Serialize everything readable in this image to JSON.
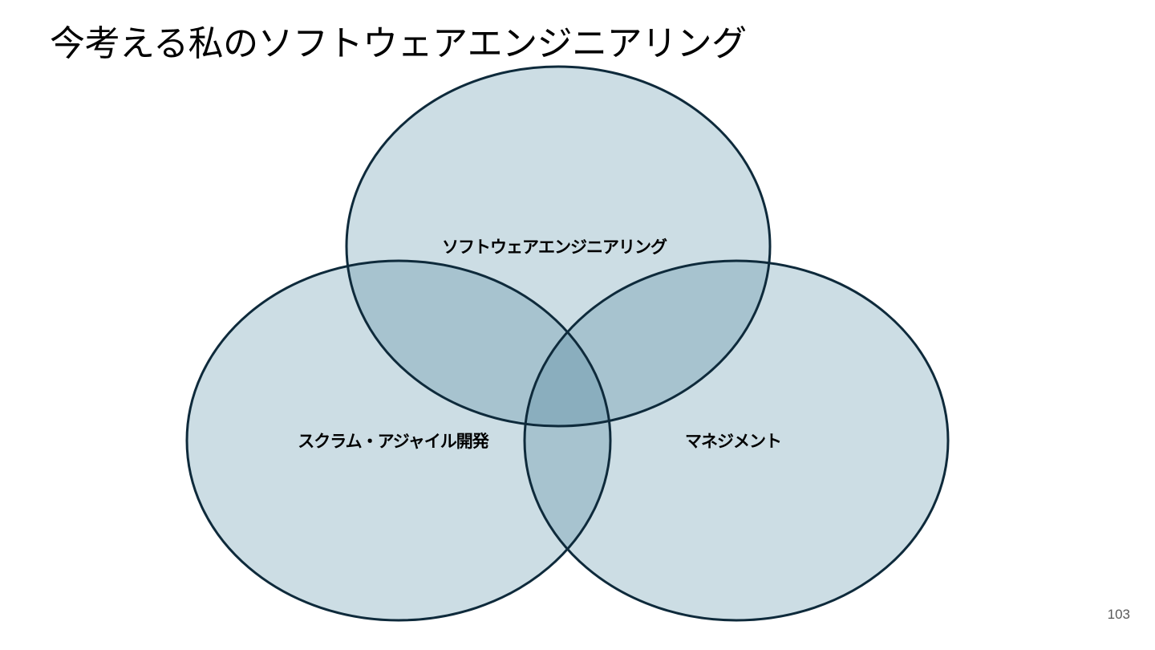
{
  "slide": {
    "title": "今考える私のソフトウェアエンジニアリング",
    "page_number": "103"
  },
  "venn": {
    "circles": [
      {
        "label": "ソフトウェアエンジニアリング"
      },
      {
        "label": "スクラム・アジャイル開発"
      },
      {
        "label": "マネジメント"
      }
    ],
    "colors": {
      "fill": "#ccdde4",
      "pair_overlap": "#a7c3cf",
      "center_overlap": "#8aaebe",
      "stroke": "#0e2a3b"
    }
  }
}
